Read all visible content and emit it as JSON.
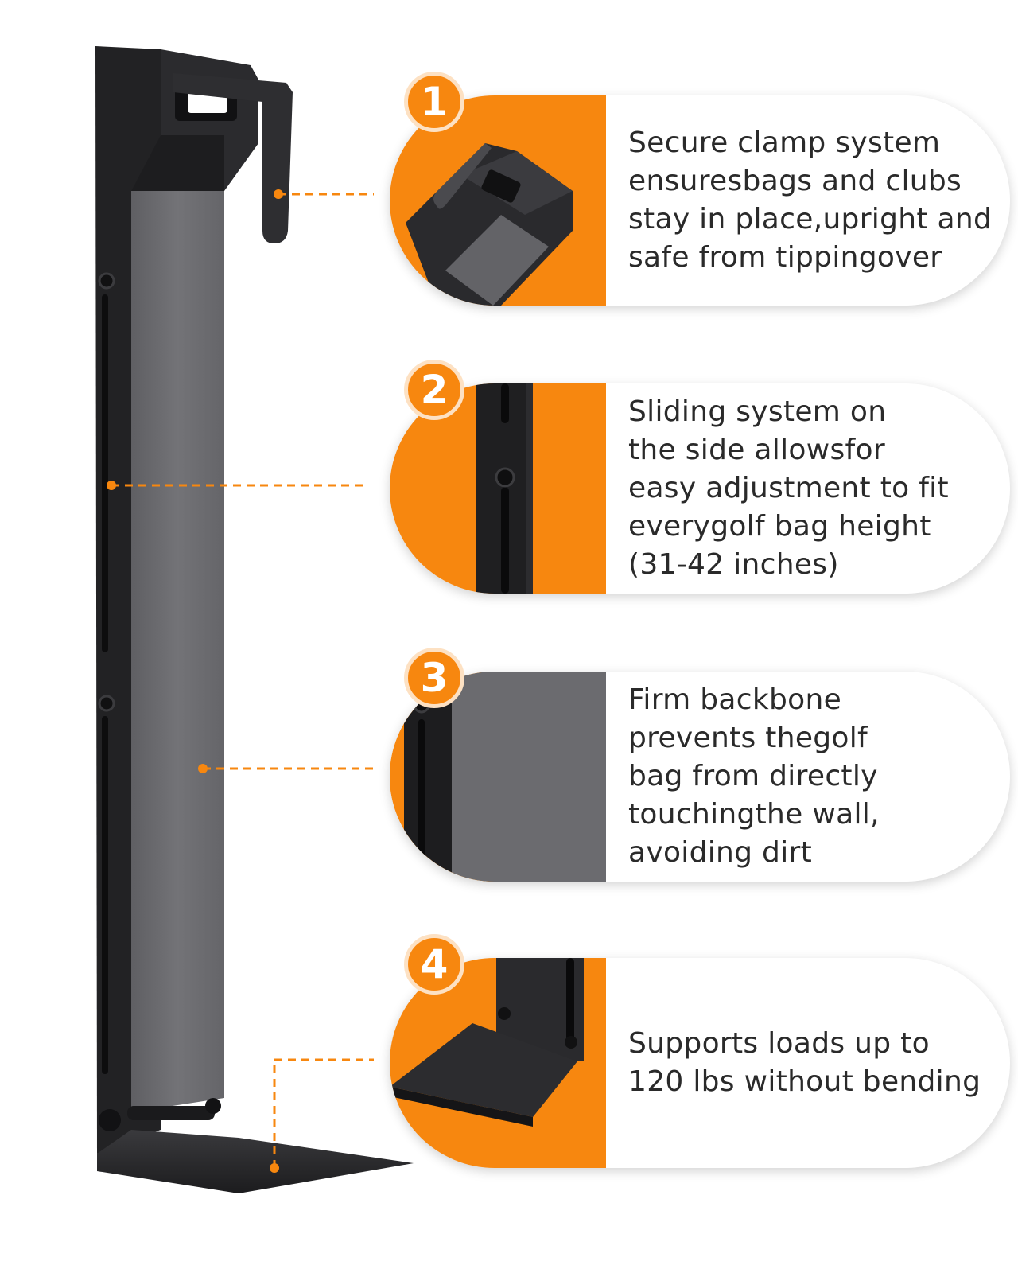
{
  "colors": {
    "accent": "#f7870f",
    "badge_ring": "#fde1c3",
    "metal_dark": "#1f1f21",
    "metal_face": "#6c6c70",
    "text": "#2a2a2a",
    "background": "#ffffff"
  },
  "features": [
    {
      "number": "1",
      "text": "Secure clamp system\nensuresbags and clubs\nstay in place,upright and\nsafe from tippingover",
      "image": "clamp-closeup"
    },
    {
      "number": "2",
      "text": "Sliding system on\nthe side allowsfor\neasy adjustment to fit\neverygolf bag height\n(31-42 inches)",
      "image": "sliding-rail-closeup"
    },
    {
      "number": "3",
      "text": "Firm backbone\nprevents thegolf\nbag from directly\ntouchingthe wall,\navoiding dirt",
      "image": "backbone-closeup"
    },
    {
      "number": "4",
      "text": "Supports loads up to\n120 lbs without bending",
      "image": "base-plate-closeup"
    }
  ]
}
